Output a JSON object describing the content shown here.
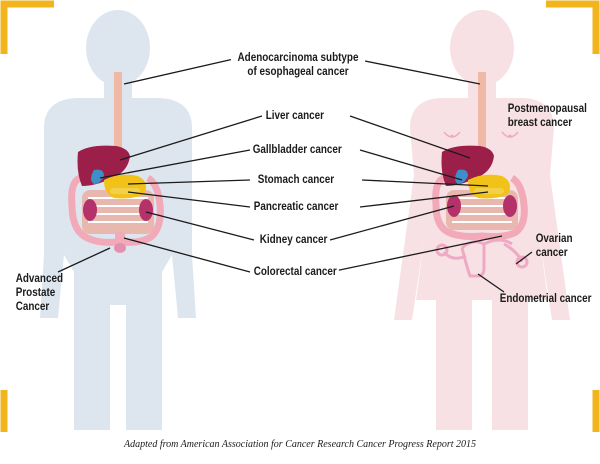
{
  "labels": {
    "adenocarcinoma_line1": "Adenocarcinoma subtype",
    "adenocarcinoma_line2": "of esophageal cancer",
    "liver": "Liver cancer",
    "gallbladder": "Gallbladder  cancer",
    "stomach": "Stomach  cancer",
    "pancreatic": "Pancreatic  cancer",
    "kidney": "Kidney  cancer",
    "colorectal": "Colorectal  cancer",
    "prostate_line1": "Advanced",
    "prostate_line2": "Prostate",
    "prostate_line3": "Cancer",
    "breast_line1": "Postmenopausal",
    "breast_line2": "breast cancer",
    "ovarian_line1": "Ovarian",
    "ovarian_line2": "cancer",
    "endometrial": "Endometrial cancer"
  },
  "caption": "Adapted from American Association for Cancer Research Cancer Progress Report 2015",
  "colors": {
    "frame": "#f2b51c",
    "male_body": "#dde6ef",
    "female_body": "#f7e1e5",
    "esophagus": "#f0b9a6",
    "liver": "#9c1f4a",
    "gallbladder": "#3e8fc7",
    "stomach": "#f1c319",
    "pancreas": "#f2d04a",
    "kidney": "#b4316a",
    "intestine": "#e8b8ae",
    "colon": "#f2a9b8",
    "prostate": "#e38fb0",
    "uterus": "#f0a9c4",
    "leader_line": "#1b1b1b"
  }
}
